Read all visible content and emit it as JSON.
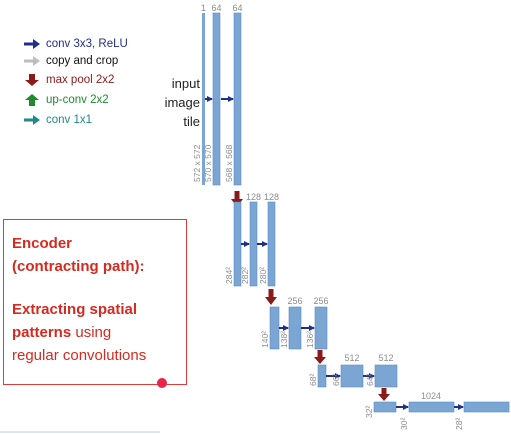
{
  "legend": {
    "items": [
      {
        "label": "conv 3x3, ReLU",
        "icon": "arrow-right-icon",
        "color": "#1f2f8a",
        "text_color": "#1f2f8a"
      },
      {
        "label": "copy and crop",
        "icon": "arrow-right-icon",
        "color": "#bdbdbd",
        "text_color": "#111111"
      },
      {
        "label": "max pool 2x2",
        "icon": "arrow-down-icon",
        "color": "#8b1a1a",
        "text_color": "#8b1a1a"
      },
      {
        "label": "up-conv 2x2",
        "icon": "arrow-up-icon",
        "color": "#1e8a2e",
        "text_color": "#1e8a2e"
      },
      {
        "label": "conv 1x1",
        "icon": "arrow-right-icon",
        "color": "#1f8a8a",
        "text_color": "#1f8a8a"
      }
    ]
  },
  "input_label": {
    "lines": [
      "input",
      "image",
      "tile"
    ]
  },
  "callout": {
    "title_line1": "Encoder",
    "title_line2": "(contracting path):",
    "body_bold1": "Extracting spatial",
    "body_bold2": "patterns",
    "body_rest2": " using",
    "body_line3": "regular convolutions"
  },
  "diagram": {
    "colors": {
      "block": "#7ba6d4",
      "block_stroke": "#5b8cc4",
      "conv_arrow": "#1f2f8a",
      "pool_arrow": "#8b1a1a",
      "dim_text": "#8c8c8c"
    },
    "levels": [
      {
        "channels": [
          "1",
          "64",
          "64"
        ],
        "sizes": [
          "572 x 572",
          "570 x 570",
          "568 x 568"
        ]
      },
      {
        "channels": [
          "128",
          "128"
        ],
        "sizes": [
          "284²",
          "282²",
          "280²"
        ]
      },
      {
        "channels": [
          "256",
          "256"
        ],
        "sizes": [
          "140²",
          "138²",
          "136²"
        ]
      },
      {
        "channels": [
          "512",
          "512"
        ],
        "sizes": [
          "68²",
          "66²",
          "64²"
        ]
      },
      {
        "channels": [
          "1024"
        ],
        "sizes": [
          "32²",
          "30²",
          "28²"
        ]
      }
    ]
  }
}
